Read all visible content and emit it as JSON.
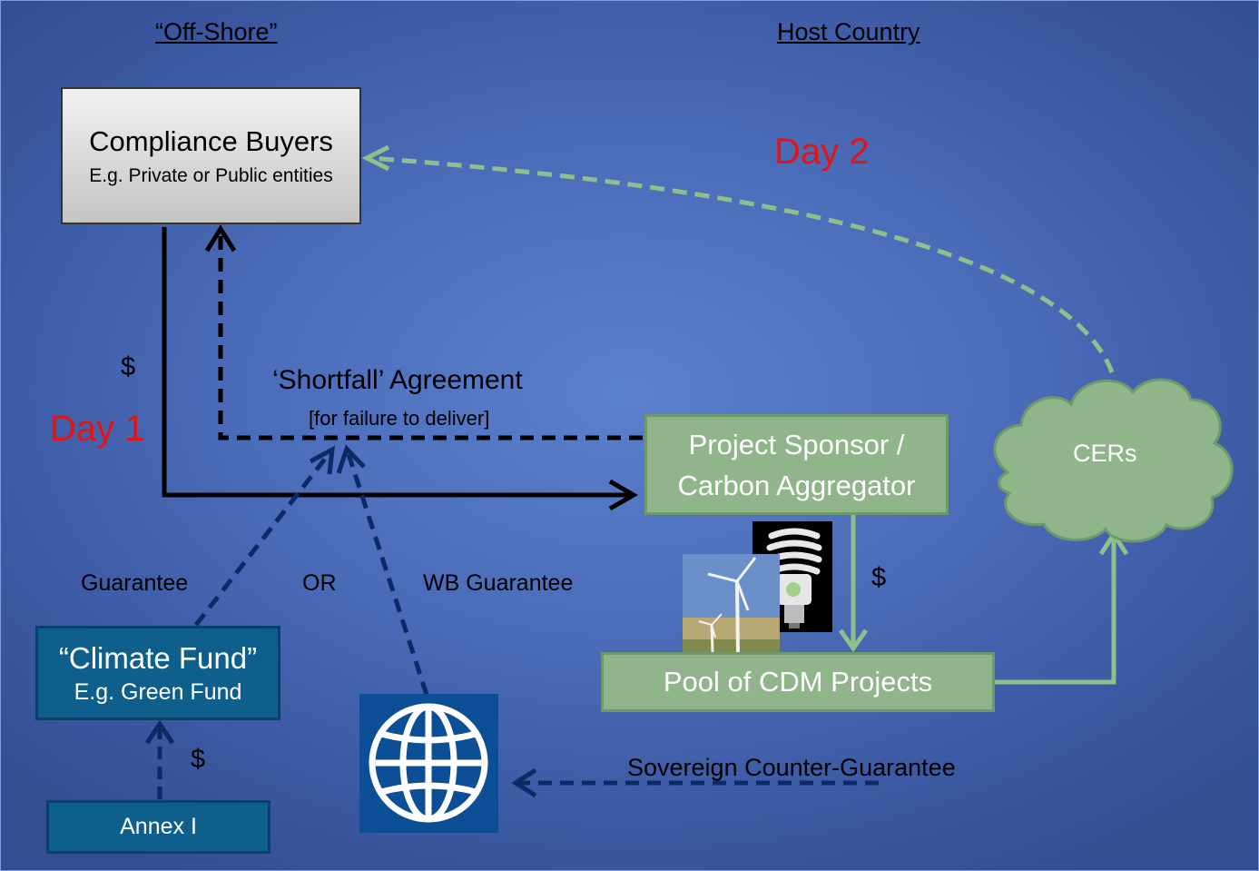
{
  "headers": {
    "offshore": "“Off-Shore”",
    "host": "Host Country"
  },
  "buyers": {
    "title": "Compliance Buyers",
    "subtitle": "E.g. Private or Public entities"
  },
  "day1": "Day 1",
  "day2": "Day 2",
  "dollar_left": "$",
  "dollar_pool": "$",
  "dollar_fund": "$",
  "shortfall": {
    "title": "‘Shortfall’ Agreement",
    "subtitle": "[for failure to deliver]"
  },
  "sponsor": {
    "line1": "Project Sponsor /",
    "line2": "Carbon Aggregator"
  },
  "cers": "CERs",
  "pool": "Pool of CDM Projects",
  "guarantee": "Guarantee",
  "or": "OR",
  "wb_guarantee": "WB Guarantee",
  "fund": {
    "title": "“Climate Fund”",
    "subtitle": "E.g. Green Fund"
  },
  "annex": "Annex I",
  "sovereign": "Sovereign Counter-Guarantee",
  "colors": {
    "background": "#4a6bb8",
    "green_box": "#90b58b",
    "green_arrow": "#8fbf8a",
    "navy_box": "#0f5f8c",
    "navy_arrow": "#0d2a66",
    "red_text": "#e41414"
  }
}
